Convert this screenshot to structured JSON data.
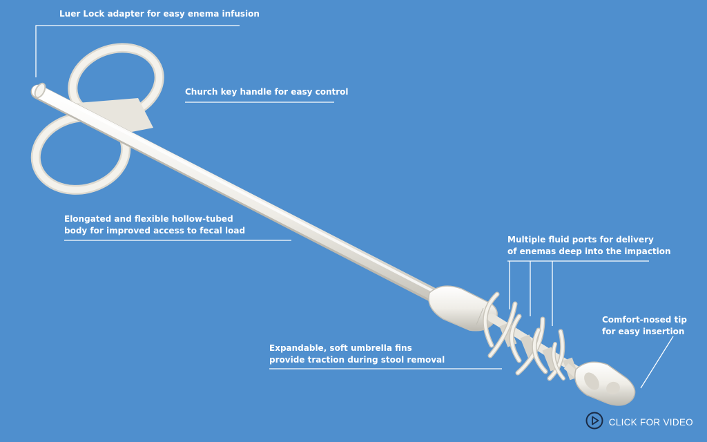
{
  "labels": {
    "luer": "Luer Lock adapter for easy enema infusion",
    "handle": "Church key handle for easy control",
    "body": [
      "Elongated and flexible hollow-tubed",
      "body for improved access to fecal load"
    ],
    "ports": [
      "Multiple fluid ports for delivery",
      "of enemas deep into the impaction"
    ],
    "tip": [
      "Comfort-nosed tip",
      "for easy insertion"
    ],
    "fins": [
      "Expandable, soft umbrella fins",
      "provide traction during stool removal"
    ]
  },
  "cta": {
    "label": "CLICK FOR VIDEO",
    "icon": "play-circle-icon"
  },
  "colors": {
    "background": "#4f8fce",
    "device": "#f2f1ec",
    "text": "#ffffff"
  }
}
